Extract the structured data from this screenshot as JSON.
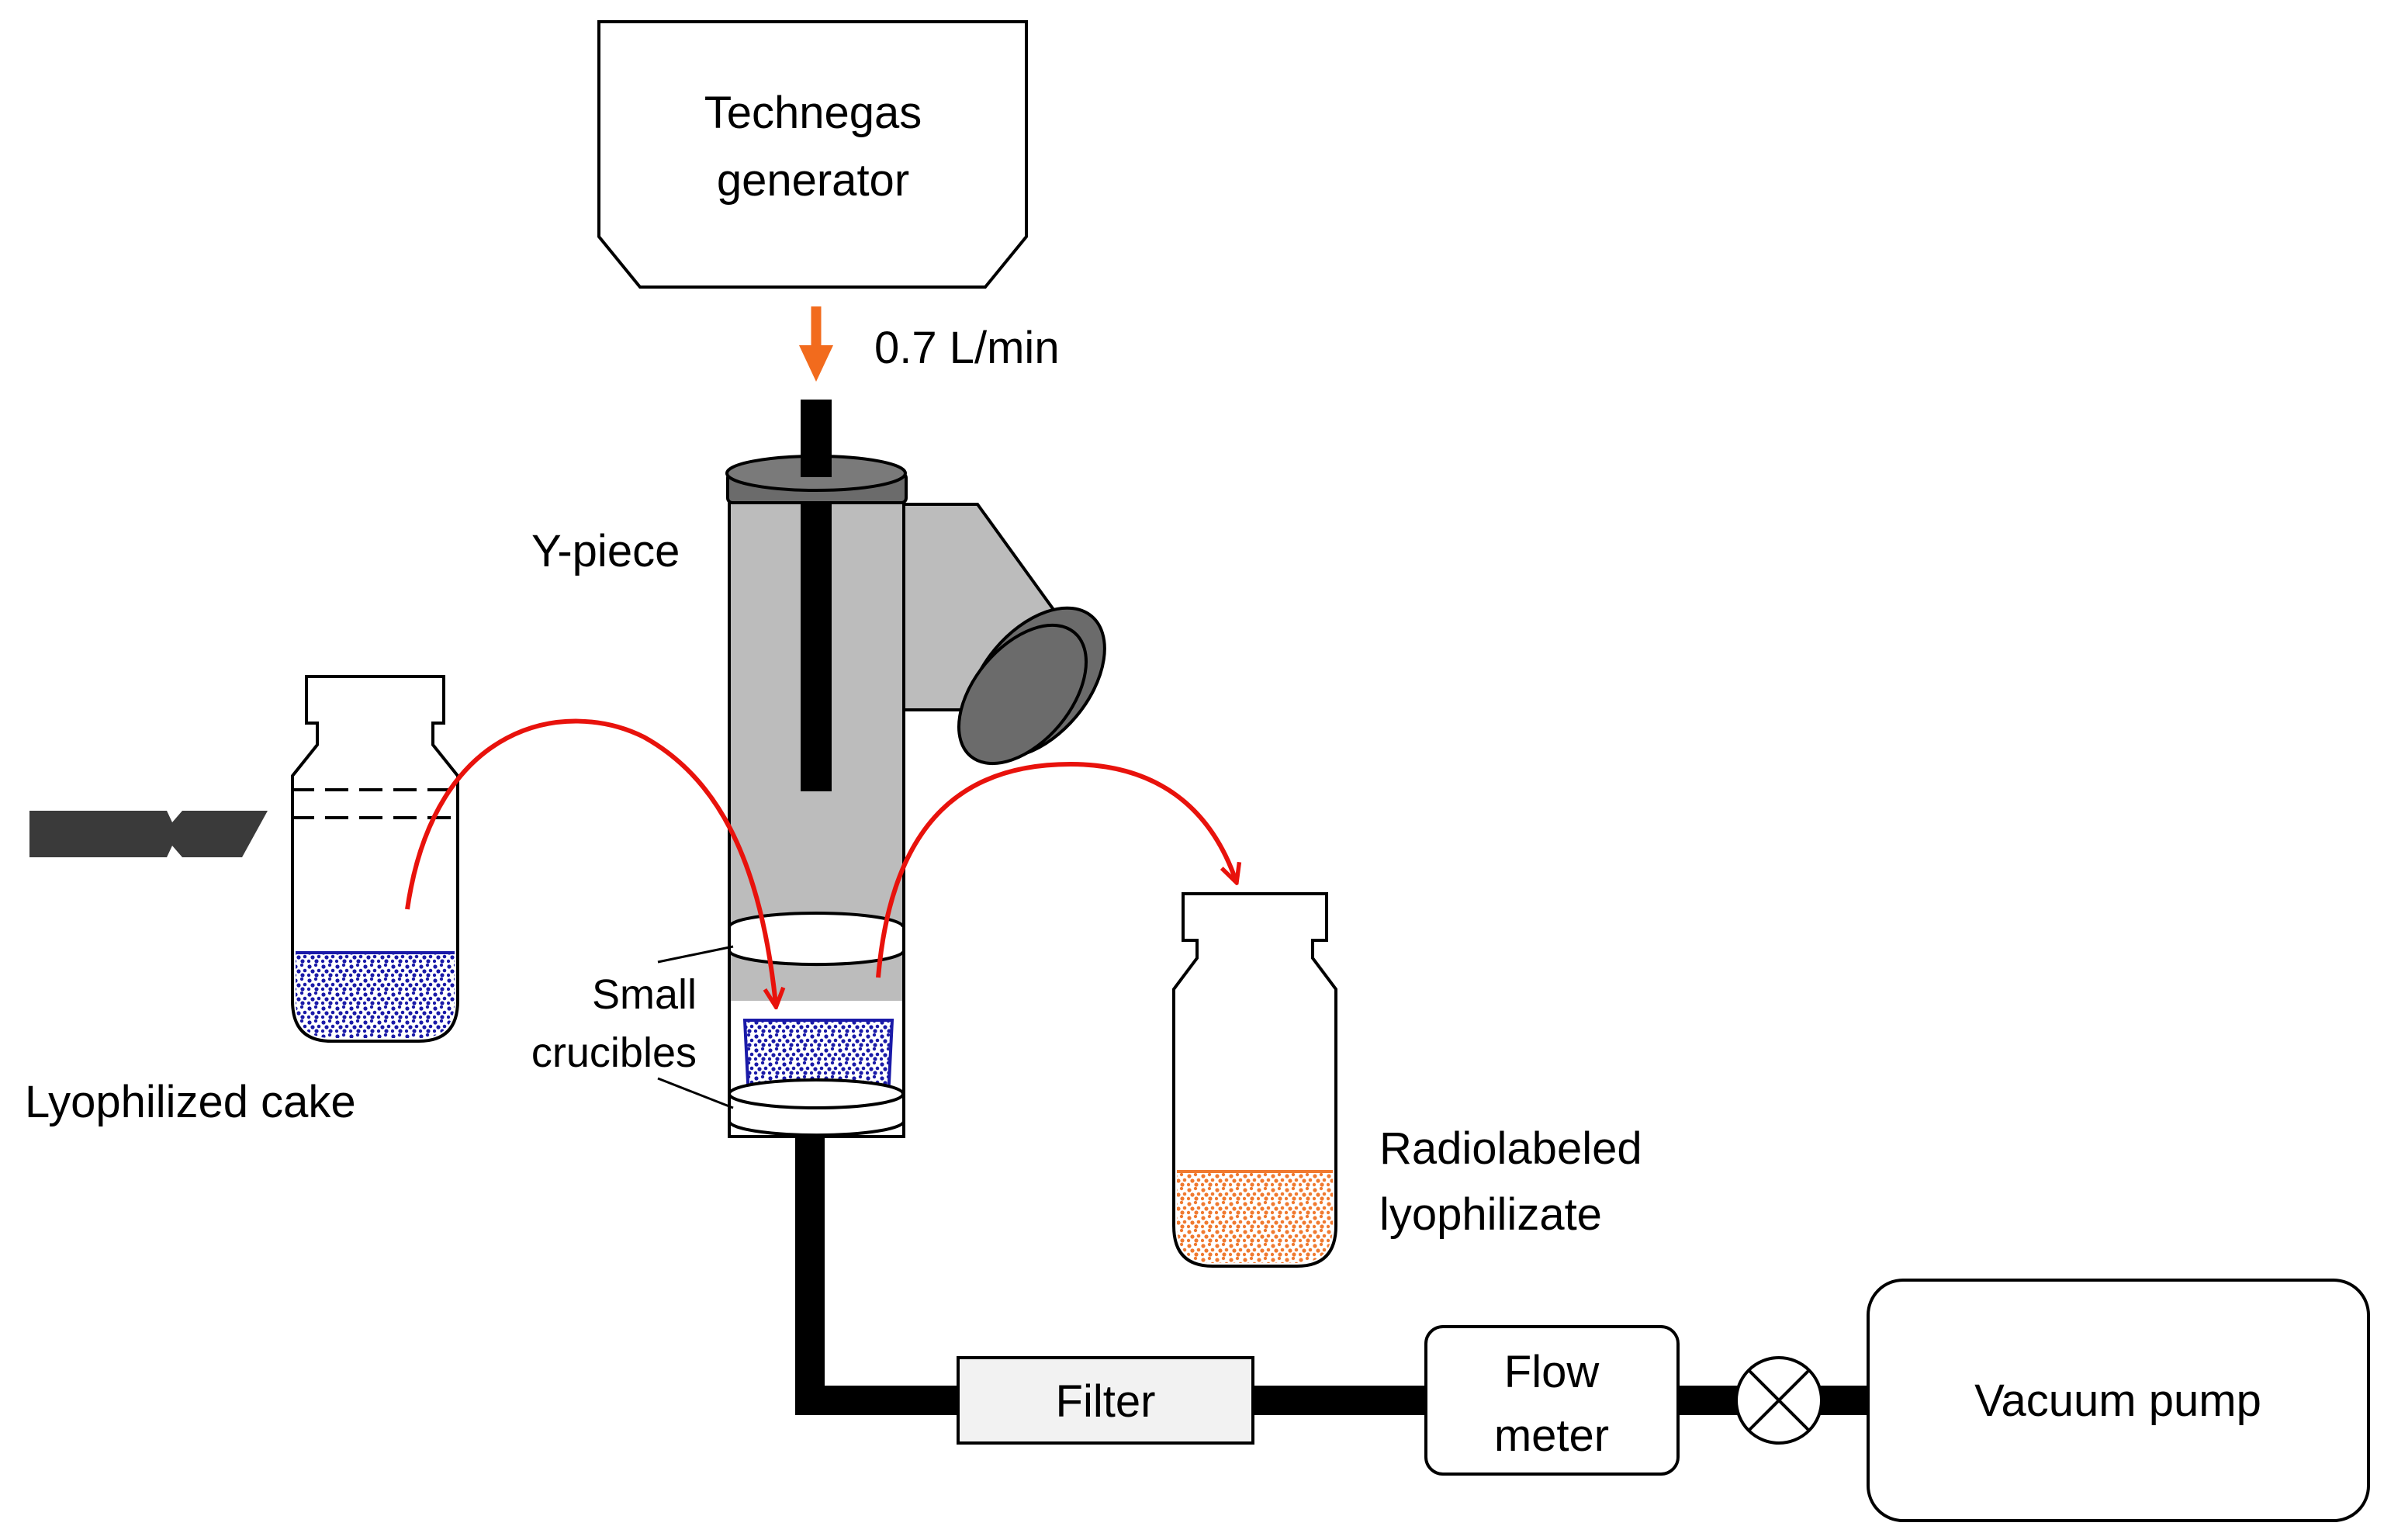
{
  "diagram": {
    "generator": {
      "line1": "Technegas",
      "line2": "generator"
    },
    "flow_rate": "0.7 L/min",
    "y_piece": "Y-piece",
    "crucibles": {
      "line1": "Small",
      "line2": "crucibles"
    },
    "lyophilized_cake": "Lyophilized cake",
    "radiolabeled": {
      "line1": "Radiolabeled",
      "line2": "lyophilizate"
    },
    "filter": "Filter",
    "flow_meter": {
      "line1": "Flow",
      "line2": "meter"
    },
    "vacuum_pump": "Vacuum pump"
  },
  "colors": {
    "flow_arrow": "#f26b1d",
    "transfer_arrow": "#e8120c",
    "blue_powder": "#1a1aa8",
    "orange_powder": "#f07a30",
    "tube": "#000000",
    "y_piece_body": "#bcbcbc",
    "cap": "#6b6b6b",
    "cutter": "#3a3a3a"
  }
}
